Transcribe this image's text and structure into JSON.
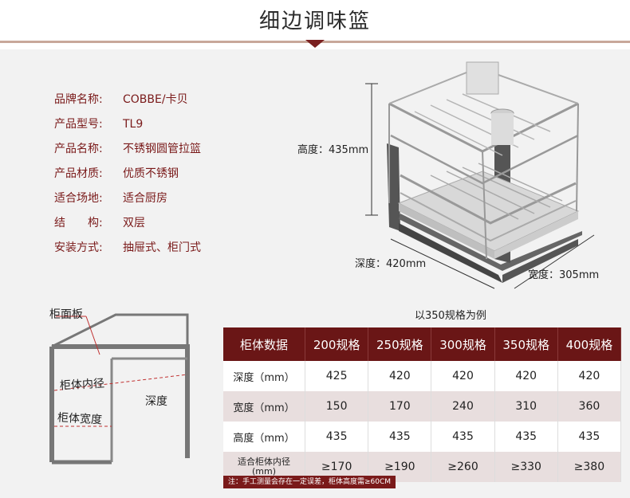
{
  "header": {
    "title": "细边调味篮"
  },
  "specs": [
    {
      "key": "品牌名称:",
      "value": "COBBE/卡贝"
    },
    {
      "key": "产品型号:",
      "value": "TL9"
    },
    {
      "key": "产品名称:",
      "value": "不锈钢圆管拉篮"
    },
    {
      "key": "产品材质:",
      "value": "优质不锈钢"
    },
    {
      "key": "适合场地:",
      "value": "适合厨房"
    },
    {
      "key": "结　　构:",
      "value": "双层"
    },
    {
      "key": "安装方式:",
      "value": "抽屉式、柜门式"
    }
  ],
  "dimensions": {
    "height": "高度：435mm",
    "depth": "深度：420mm",
    "width": "宽度：305mm"
  },
  "cabinet_diagram": {
    "top_panel": "柜面板",
    "inner_width": "柜体内径",
    "cabinet_width": "柜体宽度",
    "depth": "深度"
  },
  "example_caption": "以350规格为例",
  "table": {
    "headers": [
      "柜体数据",
      "200规格",
      "250规格",
      "300规格",
      "350规格",
      "400规格"
    ],
    "rows": [
      {
        "label": "深度（mm）",
        "values": [
          "425",
          "420",
          "420",
          "420",
          "420"
        ]
      },
      {
        "label": "宽度（mm）",
        "values": [
          "150",
          "170",
          "240",
          "310",
          "360"
        ]
      },
      {
        "label": "高度（mm）",
        "values": [
          "435",
          "435",
          "435",
          "435",
          "435"
        ]
      },
      {
        "label": "适合柜体内径",
        "label2": "(mm)",
        "values": [
          "≥170",
          "≥190",
          "≥260",
          "≥330",
          "≥380"
        ]
      }
    ]
  },
  "note": "注：手工测量会存在一定误差，柜体高度需≥60CM",
  "colors": {
    "accent": "#6a1616",
    "spec_text": "#7a1a1a",
    "panel_bg": "#f2f2f2"
  }
}
